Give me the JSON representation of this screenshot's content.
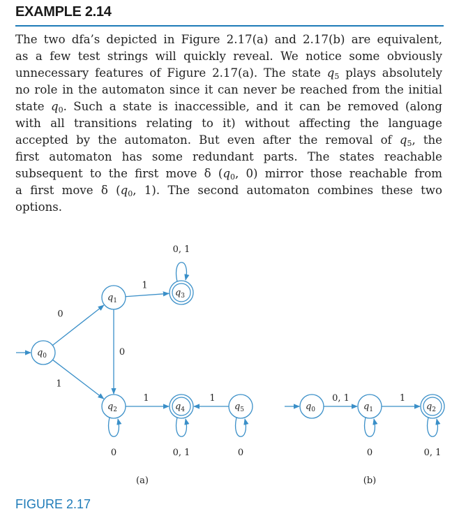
{
  "example_heading": "EXAMPLE 2.14",
  "paragraph": [
    [
      "The two dfa’s depicted in Figure 2.17(a) and 2.17(b) are equivalent,"
    ],
    [
      "as a few test strings will quickly reveal.  We notice some obviously"
    ],
    [
      "unnecessary features of Figure 2.17(a).  The state ",
      {
        "v": "q",
        "s": "5"
      },
      " plays absolutely"
    ],
    [
      "no role in the automaton since it can never be reached from the initial"
    ],
    [
      "state ",
      {
        "v": "q",
        "s": "0"
      },
      ".  Such a state is inaccessible, and it can be removed (along"
    ],
    [
      "with all transitions relating to it) without affecting the language"
    ],
    [
      "accepted by the automaton.  But even after the removal of ",
      {
        "v": "q",
        "s": "5"
      },
      ", the"
    ],
    [
      "first automaton has some redundant parts.  The states reachable"
    ],
    [
      "subsequent to the first move δ (",
      {
        "v": "q",
        "s": "0"
      },
      ", 0) mirror those reachable from"
    ],
    [
      "a first move δ (",
      {
        "v": "q",
        "s": "0"
      },
      ", 1).  The second automaton combines these two"
    ],
    [
      "options."
    ]
  ],
  "figure": {
    "panel_a": {
      "label": "(a)",
      "states": [
        {
          "id": "q0",
          "name": "q",
          "sub": "0",
          "final": false,
          "initial": true
        },
        {
          "id": "q1",
          "name": "q",
          "sub": "1",
          "final": false,
          "initial": false
        },
        {
          "id": "q2",
          "name": "q",
          "sub": "2",
          "final": false,
          "initial": false
        },
        {
          "id": "q3",
          "name": "q",
          "sub": "3",
          "final": true,
          "initial": false
        },
        {
          "id": "q4",
          "name": "q",
          "sub": "4",
          "final": true,
          "initial": false
        },
        {
          "id": "q5",
          "name": "q",
          "sub": "5",
          "final": false,
          "initial": false
        }
      ],
      "transitions": [
        {
          "from": "q0",
          "to": "q1",
          "label": "0"
        },
        {
          "from": "q0",
          "to": "q2",
          "label": "1"
        },
        {
          "from": "q1",
          "to": "q3",
          "label": "1"
        },
        {
          "from": "q1",
          "to": "q2",
          "label": "0"
        },
        {
          "from": "q2",
          "to": "q4",
          "label": "1"
        },
        {
          "from": "q5",
          "to": "q4",
          "label": "1"
        },
        {
          "from": "q3",
          "to": "q3",
          "label": "0, 1"
        },
        {
          "from": "q2",
          "to": "q2",
          "label": "0"
        },
        {
          "from": "q4",
          "to": "q4",
          "label": "0, 1"
        },
        {
          "from": "q5",
          "to": "q5",
          "label": "0"
        }
      ]
    },
    "panel_b": {
      "label": "(b)",
      "states": [
        {
          "id": "q0",
          "name": "q",
          "sub": "0",
          "final": false,
          "initial": true
        },
        {
          "id": "q1",
          "name": "q",
          "sub": "1",
          "final": false,
          "initial": false
        },
        {
          "id": "q2",
          "name": "q",
          "sub": "2",
          "final": true,
          "initial": false
        }
      ],
      "transitions": [
        {
          "from": "q0",
          "to": "q1",
          "label": "0, 1"
        },
        {
          "from": "q1",
          "to": "q2",
          "label": "1"
        },
        {
          "from": "q1",
          "to": "q1",
          "label": "0"
        },
        {
          "from": "q2",
          "to": "q2",
          "label": "0, 1"
        }
      ]
    }
  },
  "caption": "FIGURE 2.17",
  "colors": {
    "accent": "#1e7bb8",
    "node_stroke": "#3a8fc8",
    "edge": "#3a8fc8"
  }
}
